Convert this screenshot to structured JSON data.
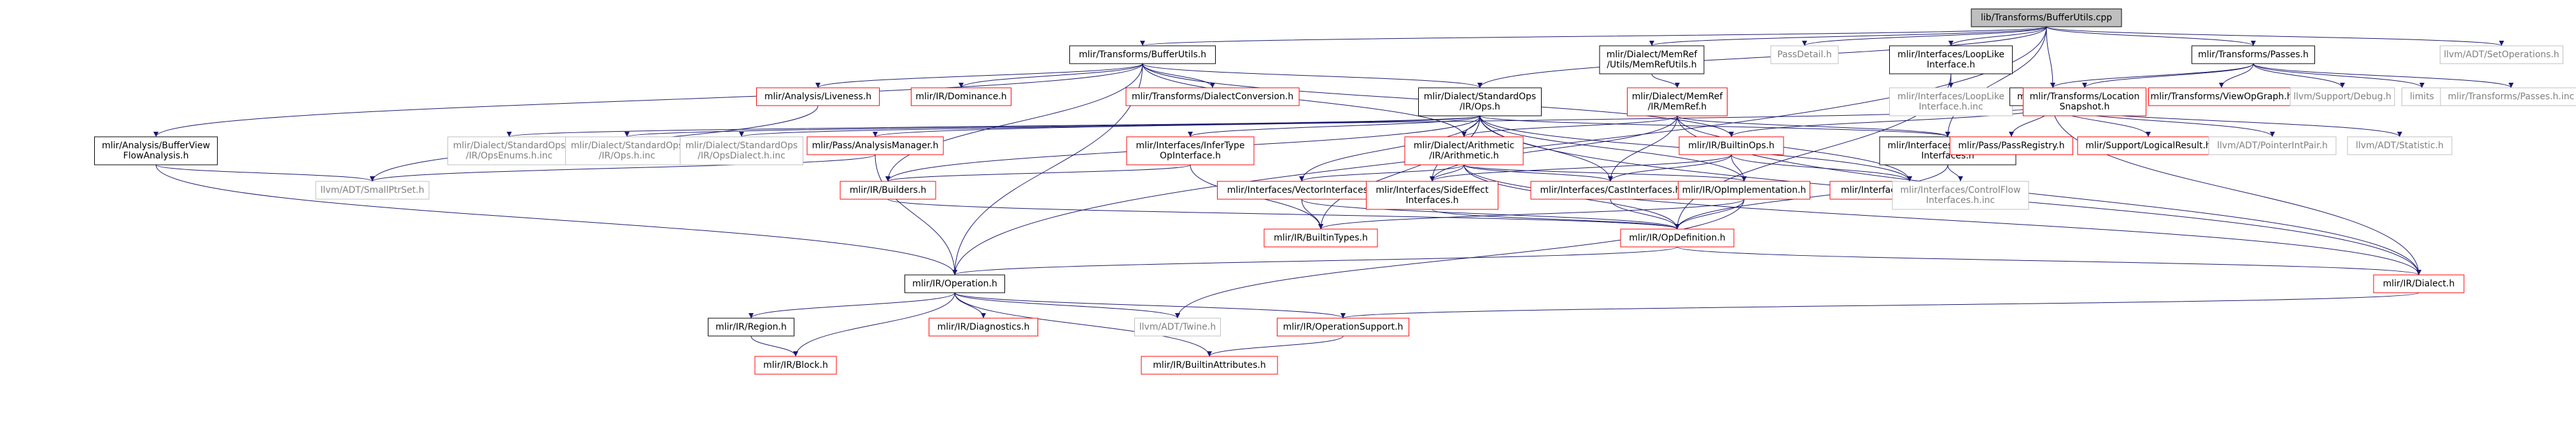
{
  "colors": {
    "edge": "#191970",
    "black_border": "#000000",
    "red_border": "#ff0000",
    "grey_border": "#bfbfbf",
    "root_fill": "#bfbfbf",
    "black_text": "#000000",
    "red_text": "#ff0000",
    "grey_text": "#7f7f7f"
  },
  "nodes": [
    {
      "id": "root",
      "lines": [
        "lib/Transforms/BufferUtils.cpp"
      ],
      "style": "root"
    },
    {
      "id": "bufferutils",
      "lines": [
        "mlir/Transforms/BufferUtils.h"
      ],
      "style": "black"
    },
    {
      "id": "memrefutils",
      "lines": [
        "mlir/Dialect/MemRef",
        "/Utils/MemRefUtils.h"
      ],
      "style": "black"
    },
    {
      "id": "passdetail",
      "lines": [
        "PassDetail.h"
      ],
      "style": "grey"
    },
    {
      "id": "looplike",
      "lines": [
        "mlir/Interfaces/LoopLike",
        "Interface.h"
      ],
      "style": "black"
    },
    {
      "id": "tpasses",
      "lines": [
        "mlir/Transforms/Passes.h"
      ],
      "style": "black"
    },
    {
      "id": "setops",
      "lines": [
        "llvm/ADT/SetOperations.h"
      ],
      "style": "grey"
    },
    {
      "id": "liveness",
      "lines": [
        "mlir/Analysis/Liveness.h"
      ],
      "style": "red"
    },
    {
      "id": "dominance",
      "lines": [
        "mlir/IR/Dominance.h"
      ],
      "style": "red"
    },
    {
      "id": "dialectconv",
      "lines": [
        "mlir/Transforms/DialectConversion.h"
      ],
      "style": "red"
    },
    {
      "id": "stdops",
      "lines": [
        "mlir/Dialect/StandardOps",
        "/IR/Ops.h"
      ],
      "style": "black"
    },
    {
      "id": "memrefh",
      "lines": [
        "mlir/Dialect/MemRef",
        "/IR/MemRef.h"
      ],
      "style": "red"
    },
    {
      "id": "looplikeinc",
      "lines": [
        "mlir/Interfaces/LoopLike",
        "Interface.h.inc"
      ],
      "style": "grey"
    },
    {
      "id": "passh",
      "lines": [
        "mlir/Pass/Pass.h"
      ],
      "style": "black"
    },
    {
      "id": "locsnap",
      "lines": [
        "mlir/Transforms/Location",
        "Snapshot.h"
      ],
      "style": "red"
    },
    {
      "id": "viewopgraph",
      "lines": [
        "mlir/Transforms/ViewOpGraph.h"
      ],
      "style": "red"
    },
    {
      "id": "debugh",
      "lines": [
        "llvm/Support/Debug.h"
      ],
      "style": "grey"
    },
    {
      "id": "limits",
      "lines": [
        "limits"
      ],
      "style": "grey"
    },
    {
      "id": "passesinc",
      "lines": [
        "mlir/Transforms/Passes.h.inc"
      ],
      "style": "grey"
    },
    {
      "id": "bufferview",
      "lines": [
        "mlir/Analysis/BufferView",
        "FlowAnalysis.h"
      ],
      "style": "black"
    },
    {
      "id": "opsenums",
      "lines": [
        "mlir/Dialect/StandardOps",
        "/IR/OpsEnums.h.inc"
      ],
      "style": "grey"
    },
    {
      "id": "opshinc",
      "lines": [
        "mlir/Dialect/StandardOps",
        "/IR/Ops.h.inc"
      ],
      "style": "grey"
    },
    {
      "id": "opsdialect",
      "lines": [
        "mlir/Dialect/StandardOps",
        "/IR/OpsDialect.h.inc"
      ],
      "style": "grey"
    },
    {
      "id": "analysismgr",
      "lines": [
        "mlir/Pass/AnalysisManager.h"
      ],
      "style": "red"
    },
    {
      "id": "infertype",
      "lines": [
        "mlir/Interfaces/InferType",
        "OpInterface.h"
      ],
      "style": "red"
    },
    {
      "id": "arith",
      "lines": [
        "mlir/Dialect/Arithmetic",
        "/IR/Arithmetic.h"
      ],
      "style": "red"
    },
    {
      "id": "builtinops",
      "lines": [
        "mlir/IR/BuiltinOps.h"
      ],
      "style": "red"
    },
    {
      "id": "controlflow",
      "lines": [
        "mlir/Interfaces/ControlFlow",
        "Interfaces.h"
      ],
      "style": "black"
    },
    {
      "id": "passregistry",
      "lines": [
        "mlir/Pass/PassRegistry.h"
      ],
      "style": "red"
    },
    {
      "id": "logicalresult",
      "lines": [
        "mlir/Support/LogicalResult.h"
      ],
      "style": "red"
    },
    {
      "id": "pointerintpair",
      "lines": [
        "llvm/ADT/PointerIntPair.h"
      ],
      "style": "grey"
    },
    {
      "id": "statistic",
      "lines": [
        "llvm/ADT/Statistic.h"
      ],
      "style": "grey"
    },
    {
      "id": "smallptrset",
      "lines": [
        "llvm/ADT/SmallPtrSet.h"
      ],
      "style": "grey"
    },
    {
      "id": "builders",
      "lines": [
        "mlir/IR/Builders.h"
      ],
      "style": "red"
    },
    {
      "id": "vectorif",
      "lines": [
        "mlir/Interfaces/VectorInterfaces.h"
      ],
      "style": "red"
    },
    {
      "id": "sideeffect",
      "lines": [
        "mlir/Interfaces/SideEffect",
        "Interfaces.h"
      ],
      "style": "red"
    },
    {
      "id": "castif",
      "lines": [
        "mlir/Interfaces/CastInterfaces.h"
      ],
      "style": "red"
    },
    {
      "id": "opimpl",
      "lines": [
        "mlir/IR/OpImplementation.h"
      ],
      "style": "red"
    },
    {
      "id": "callif",
      "lines": [
        "mlir/Interfaces/CallInterfaces.h"
      ],
      "style": "red"
    },
    {
      "id": "cfinc",
      "lines": [
        "mlir/Interfaces/ControlFlow",
        "Interfaces.h.inc"
      ],
      "style": "grey"
    },
    {
      "id": "builtintypes",
      "lines": [
        "mlir/IR/BuiltinTypes.h"
      ],
      "style": "red"
    },
    {
      "id": "opdef",
      "lines": [
        "mlir/IR/OpDefinition.h"
      ],
      "style": "red"
    },
    {
      "id": "operation",
      "lines": [
        "mlir/IR/Operation.h"
      ],
      "style": "black"
    },
    {
      "id": "dialecth",
      "lines": [
        "mlir/IR/Dialect.h"
      ],
      "style": "red"
    },
    {
      "id": "region",
      "lines": [
        "mlir/IR/Region.h"
      ],
      "style": "black"
    },
    {
      "id": "diagnostics",
      "lines": [
        "mlir/IR/Diagnostics.h"
      ],
      "style": "red"
    },
    {
      "id": "twine",
      "lines": [
        "llvm/ADT/Twine.h"
      ],
      "style": "grey"
    },
    {
      "id": "opsupport",
      "lines": [
        "mlir/IR/OperationSupport.h"
      ],
      "style": "red"
    },
    {
      "id": "block",
      "lines": [
        "mlir/IR/Block.h"
      ],
      "style": "red"
    },
    {
      "id": "builtinattrs",
      "lines": [
        "mlir/IR/BuiltinAttributes.h"
      ],
      "style": "red"
    }
  ],
  "edges": [
    [
      "root",
      "bufferutils"
    ],
    [
      "root",
      "memrefutils"
    ],
    [
      "root",
      "passdetail"
    ],
    [
      "root",
      "looplike"
    ],
    [
      "root",
      "tpasses"
    ],
    [
      "root",
      "setops"
    ],
    [
      "root",
      "stdops"
    ],
    [
      "root",
      "passh"
    ],
    [
      "root",
      "operation"
    ],
    [
      "root",
      "controlflow"
    ],
    [
      "bufferutils",
      "liveness"
    ],
    [
      "bufferutils",
      "dominance"
    ],
    [
      "bufferutils",
      "dialectconv"
    ],
    [
      "bufferutils",
      "stdops"
    ],
    [
      "bufferutils",
      "bufferview"
    ],
    [
      "bufferutils",
      "builtinops"
    ],
    [
      "bufferutils",
      "builders"
    ],
    [
      "bufferutils",
      "operation"
    ],
    [
      "bufferutils",
      "arith"
    ],
    [
      "memrefutils",
      "memrefh"
    ],
    [
      "looplike",
      "looplikeinc"
    ],
    [
      "looplike",
      "opdef"
    ],
    [
      "tpasses",
      "passh"
    ],
    [
      "tpasses",
      "locsnap"
    ],
    [
      "tpasses",
      "viewopgraph"
    ],
    [
      "tpasses",
      "debugh"
    ],
    [
      "tpasses",
      "limits"
    ],
    [
      "tpasses",
      "passesinc"
    ],
    [
      "liveness",
      "smallptrset"
    ],
    [
      "stdops",
      "opsenums"
    ],
    [
      "stdops",
      "opshinc"
    ],
    [
      "stdops",
      "opsdialect"
    ],
    [
      "stdops",
      "infertype"
    ],
    [
      "stdops",
      "arith"
    ],
    [
      "stdops",
      "controlflow"
    ],
    [
      "stdops",
      "vectorif"
    ],
    [
      "stdops",
      "sideeffect"
    ],
    [
      "stdops",
      "castif"
    ],
    [
      "stdops",
      "opimpl"
    ],
    [
      "stdops",
      "callif"
    ],
    [
      "stdops",
      "builtintypes"
    ],
    [
      "stdops",
      "builders"
    ],
    [
      "stdops",
      "dialecth"
    ],
    [
      "memrefh",
      "arith"
    ],
    [
      "memrefh",
      "sideeffect"
    ],
    [
      "memrefh",
      "castif"
    ],
    [
      "memrefh",
      "callif"
    ],
    [
      "memrefh",
      "controlflow"
    ],
    [
      "memrefh",
      "dialecth"
    ],
    [
      "passh",
      "analysismgr"
    ],
    [
      "passh",
      "passregistry"
    ],
    [
      "passh",
      "logicalresult"
    ],
    [
      "passh",
      "pointerintpair"
    ],
    [
      "passh",
      "statistic"
    ],
    [
      "passh",
      "builtinops"
    ],
    [
      "passh",
      "dialecth"
    ],
    [
      "bufferview",
      "smallptrset"
    ],
    [
      "bufferview",
      "operation"
    ],
    [
      "analysismgr",
      "operation"
    ],
    [
      "analysismgr",
      "smallptrset"
    ],
    [
      "infertype",
      "builtintypes"
    ],
    [
      "infertype",
      "builders"
    ],
    [
      "arith",
      "vectorif"
    ],
    [
      "arith",
      "sideeffect"
    ],
    [
      "arith",
      "castif"
    ],
    [
      "arith",
      "opimpl"
    ],
    [
      "arith",
      "dialecth"
    ],
    [
      "arith",
      "opdef"
    ],
    [
      "builtinops",
      "castif"
    ],
    [
      "builtinops",
      "opimpl"
    ],
    [
      "builtinops",
      "callif"
    ],
    [
      "builtinops",
      "sideeffect"
    ],
    [
      "controlflow",
      "cfinc"
    ],
    [
      "controlflow",
      "opdef"
    ],
    [
      "builders",
      "opdef"
    ],
    [
      "vectorif",
      "builtintypes"
    ],
    [
      "vectorif",
      "opdef"
    ],
    [
      "sideeffect",
      "opdef"
    ],
    [
      "castif",
      "opdef"
    ],
    [
      "opimpl",
      "opdef"
    ],
    [
      "opimpl",
      "twine"
    ],
    [
      "opimpl",
      "builtintypes"
    ],
    [
      "opdef",
      "operation"
    ],
    [
      "opdef",
      "dialecth"
    ],
    [
      "operation",
      "region"
    ],
    [
      "operation",
      "diagnostics"
    ],
    [
      "operation",
      "twine"
    ],
    [
      "operation",
      "opsupport"
    ],
    [
      "operation",
      "block"
    ],
    [
      "operation",
      "builtinattrs"
    ],
    [
      "dialecth",
      "opsupport"
    ],
    [
      "region",
      "block"
    ],
    [
      "opsupport",
      "builtinattrs"
    ]
  ]
}
